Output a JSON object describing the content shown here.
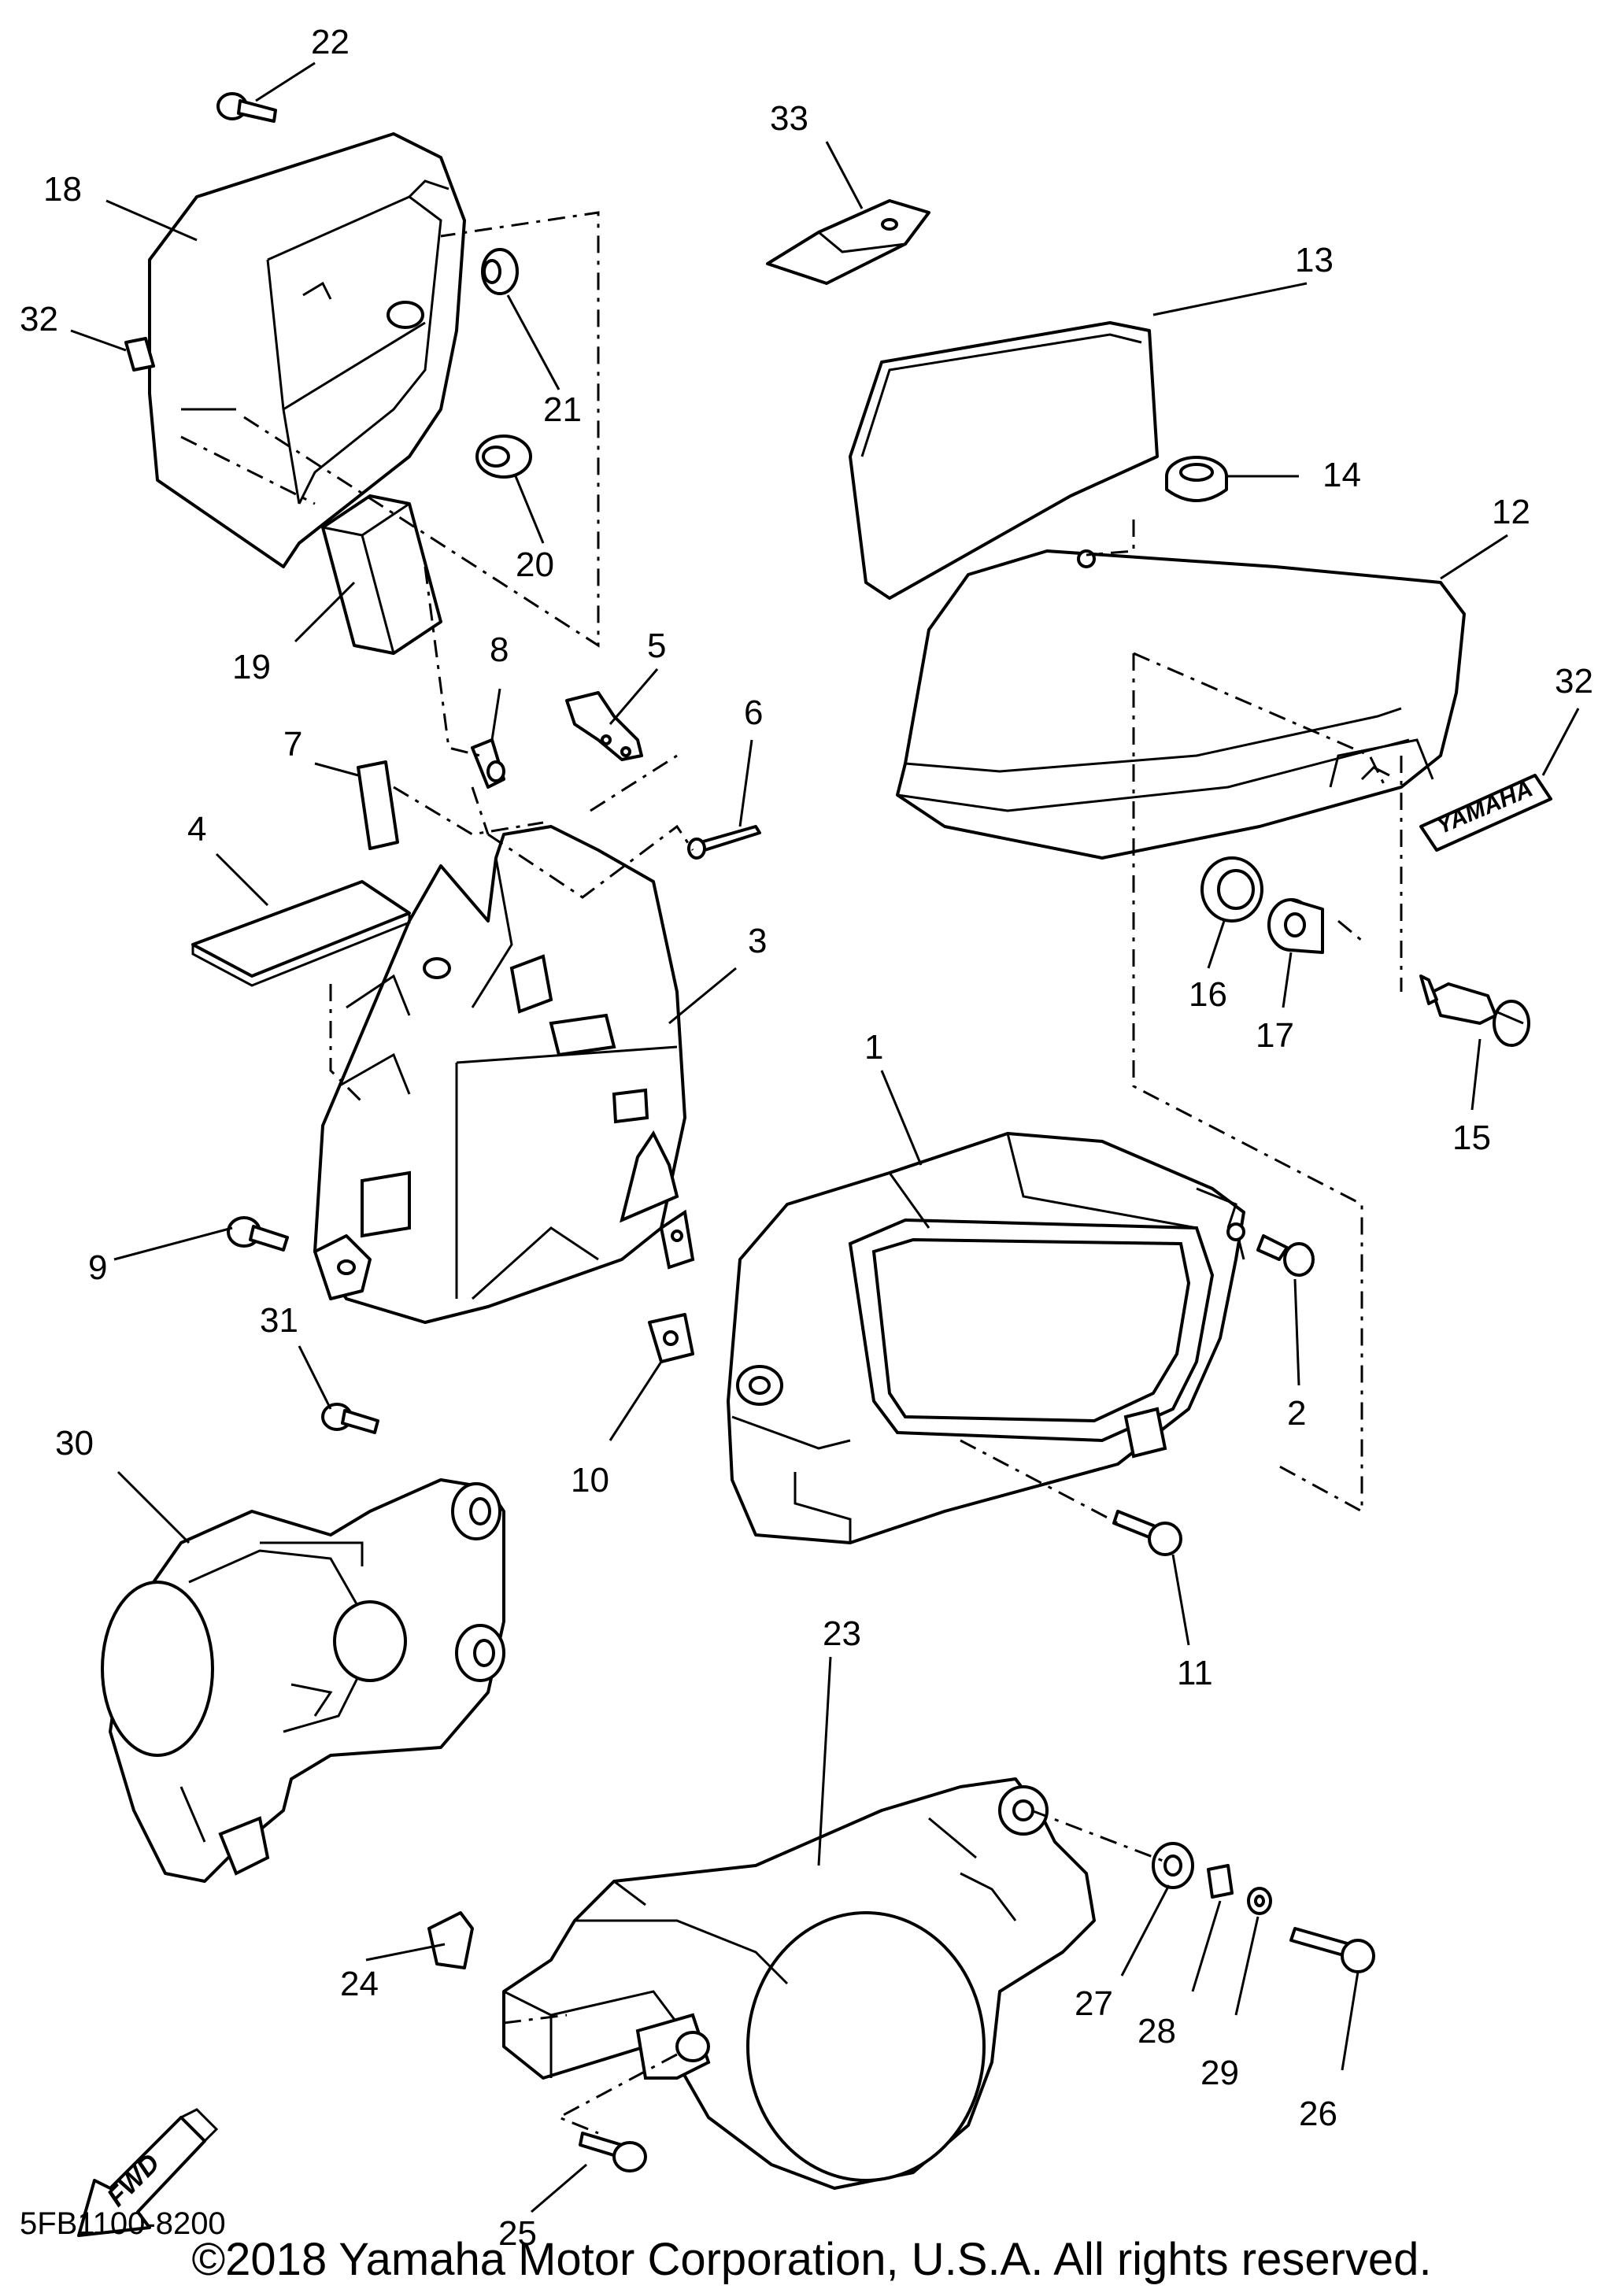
{
  "diagram": {
    "callouts": {
      "c1": "1",
      "c2": "2",
      "c3": "3",
      "c4": "4",
      "c5": "5",
      "c6": "6",
      "c7": "7",
      "c8": "8",
      "c9": "9",
      "c10": "10",
      "c11": "11",
      "c12": "12",
      "c13": "13",
      "c14": "14",
      "c15": "15",
      "c16": "16",
      "c17": "17",
      "c18": "18",
      "c19": "19",
      "c20": "20",
      "c21": "21",
      "c22": "22",
      "c23": "23",
      "c24": "24",
      "c25": "25",
      "c26": "26",
      "c27": "27",
      "c28": "28",
      "c29": "29",
      "c30": "30",
      "c31": "31",
      "c32a": "32",
      "c32b": "32",
      "c33": "33"
    },
    "decal_text": "YAMAHA",
    "fwd_label": "FWD",
    "drawing_code": "5FB1100-8200",
    "copyright": "©2018 Yamaha Motor Corporation, U.S.A. All rights reserved."
  }
}
